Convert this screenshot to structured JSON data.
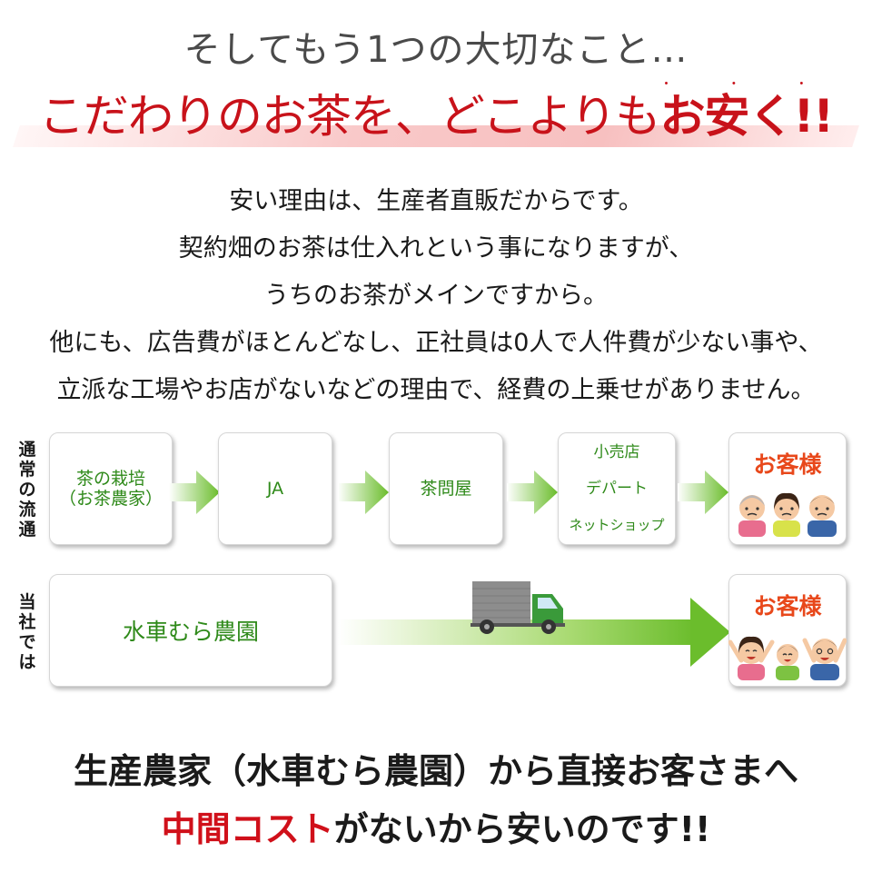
{
  "intro": "そしてもう1つの大切なこと…",
  "headline": {
    "main": "こだわりのお茶を、どこよりも",
    "emphasis": "お安く",
    "exclaim": "!!",
    "dots": "・ ・ ・"
  },
  "reasons": [
    "安い理由は、生産者直販だからです。",
    "契約畑のお茶は仕入れという事になりますが、",
    "うちのお茶がメインですから。",
    "他にも、広告費がほとんどなし、正社員は0人で人件費が少ない事や、",
    "立派な工場やお店がないなどの理由で、経費の上乗せがありません。"
  ],
  "flow_normal": {
    "label": "通常の流通",
    "steps": {
      "grower_line1": "茶の栽培",
      "grower_line2": "（お茶農家）",
      "ja": "JA",
      "wholesaler": "茶問屋",
      "retail_line1": "小売店",
      "retail_line2": "デパート",
      "retail_line3": "ネットショップ"
    },
    "customer": "お客様"
  },
  "flow_ours": {
    "label": "当社では",
    "farm": "水車むら農園",
    "customer": "お客様"
  },
  "summary": {
    "line1": "生産農家（水車むら農園）から直接お客さまへ",
    "line2_red": "中間コスト",
    "line2_rest": "がないから安いのです!!"
  },
  "colors": {
    "headline_red": "#c8121a",
    "step_green": "#2f8a1a",
    "customer_orange": "#e8481b",
    "arrow_green": "#6bbd2c"
  }
}
